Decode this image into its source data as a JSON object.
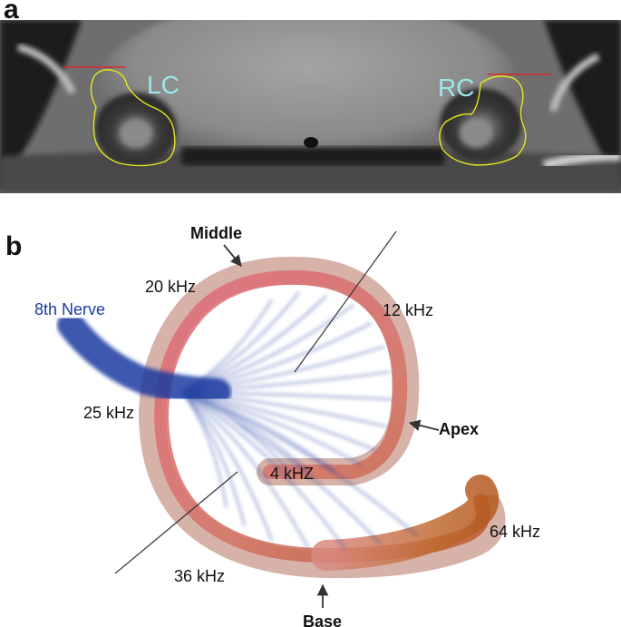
{
  "panel_a": {
    "letter": "a",
    "left_label": "LC",
    "right_label": "RC",
    "label_color": "#9de6ee",
    "outline_color": "#e6e61e",
    "marker_color": "#d42a2a"
  },
  "panel_b": {
    "letter": "b",
    "nerve_label": "8th Nerve",
    "nerve_color": "#1a3aa0",
    "labels": {
      "middle": "Middle",
      "apex": "Apex",
      "base": "Base",
      "f20": "20 kHz",
      "f12": "12 kHz",
      "f25": "25 kHz",
      "f4": "4 kHZ",
      "f36": "36 kHz",
      "f64": "64 kHz"
    }
  }
}
